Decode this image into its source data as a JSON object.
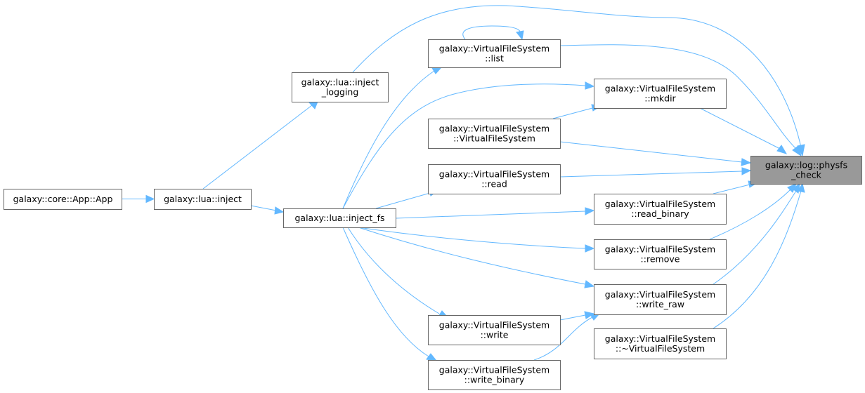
{
  "diagram": {
    "edge_color": "#63b8ff",
    "node_border_color": "#666666",
    "current_node_fill": "#999999",
    "nodes": [
      {
        "id": "physfs_check",
        "lines": [
          "galaxy::log::physfs",
          "_check"
        ],
        "current": true
      },
      {
        "id": "list",
        "lines": [
          "galaxy::VirtualFileSystem",
          "::list"
        ]
      },
      {
        "id": "inject_logging",
        "lines": [
          "galaxy::lua::inject",
          "_logging"
        ]
      },
      {
        "id": "mkdir",
        "lines": [
          "galaxy::VirtualFileSystem",
          "::mkdir"
        ]
      },
      {
        "id": "vfs_ctor",
        "lines": [
          "galaxy::VirtualFileSystem",
          "::VirtualFileSystem"
        ]
      },
      {
        "id": "read",
        "lines": [
          "galaxy::VirtualFileSystem",
          "::read"
        ]
      },
      {
        "id": "app",
        "lines": [
          "galaxy::core::App::App"
        ]
      },
      {
        "id": "inject",
        "lines": [
          "galaxy::lua::inject"
        ]
      },
      {
        "id": "inject_fs",
        "lines": [
          "galaxy::lua::inject_fs"
        ]
      },
      {
        "id": "read_binary",
        "lines": [
          "galaxy::VirtualFileSystem",
          "::read_binary"
        ]
      },
      {
        "id": "remove",
        "lines": [
          "galaxy::VirtualFileSystem",
          "::remove"
        ]
      },
      {
        "id": "write_raw",
        "lines": [
          "galaxy::VirtualFileSystem",
          "::write_raw"
        ]
      },
      {
        "id": "write",
        "lines": [
          "galaxy::VirtualFileSystem",
          "::write"
        ]
      },
      {
        "id": "vfs_dtor",
        "lines": [
          "galaxy::VirtualFileSystem",
          "::~VirtualFileSystem"
        ]
      },
      {
        "id": "write_binary",
        "lines": [
          "galaxy::VirtualFileSystem",
          "::write_binary"
        ]
      }
    ],
    "edges": [
      {
        "from": "app",
        "to": "inject"
      },
      {
        "from": "inject",
        "to": "inject_logging"
      },
      {
        "from": "inject",
        "to": "inject_fs"
      },
      {
        "from": "inject_logging",
        "to": "physfs_check"
      },
      {
        "from": "list",
        "to": "list"
      },
      {
        "from": "list",
        "to": "physfs_check"
      },
      {
        "from": "inject_fs",
        "to": "list"
      },
      {
        "from": "inject_fs",
        "to": "mkdir"
      },
      {
        "from": "vfs_ctor",
        "to": "mkdir"
      },
      {
        "from": "mkdir",
        "to": "physfs_check"
      },
      {
        "from": "vfs_ctor",
        "to": "physfs_check"
      },
      {
        "from": "read",
        "to": "physfs_check"
      },
      {
        "from": "inject_fs",
        "to": "read"
      },
      {
        "from": "read_binary",
        "to": "physfs_check"
      },
      {
        "from": "inject_fs",
        "to": "read_binary"
      },
      {
        "from": "remove",
        "to": "physfs_check"
      },
      {
        "from": "inject_fs",
        "to": "remove"
      },
      {
        "from": "write_raw",
        "to": "physfs_check"
      },
      {
        "from": "inject_fs",
        "to": "write_raw"
      },
      {
        "from": "inject_fs",
        "to": "write"
      },
      {
        "from": "write",
        "to": "write_raw"
      },
      {
        "from": "inject_fs",
        "to": "write_binary"
      },
      {
        "from": "write_binary",
        "to": "write_raw"
      },
      {
        "from": "vfs_dtor",
        "to": "physfs_check"
      }
    ]
  }
}
